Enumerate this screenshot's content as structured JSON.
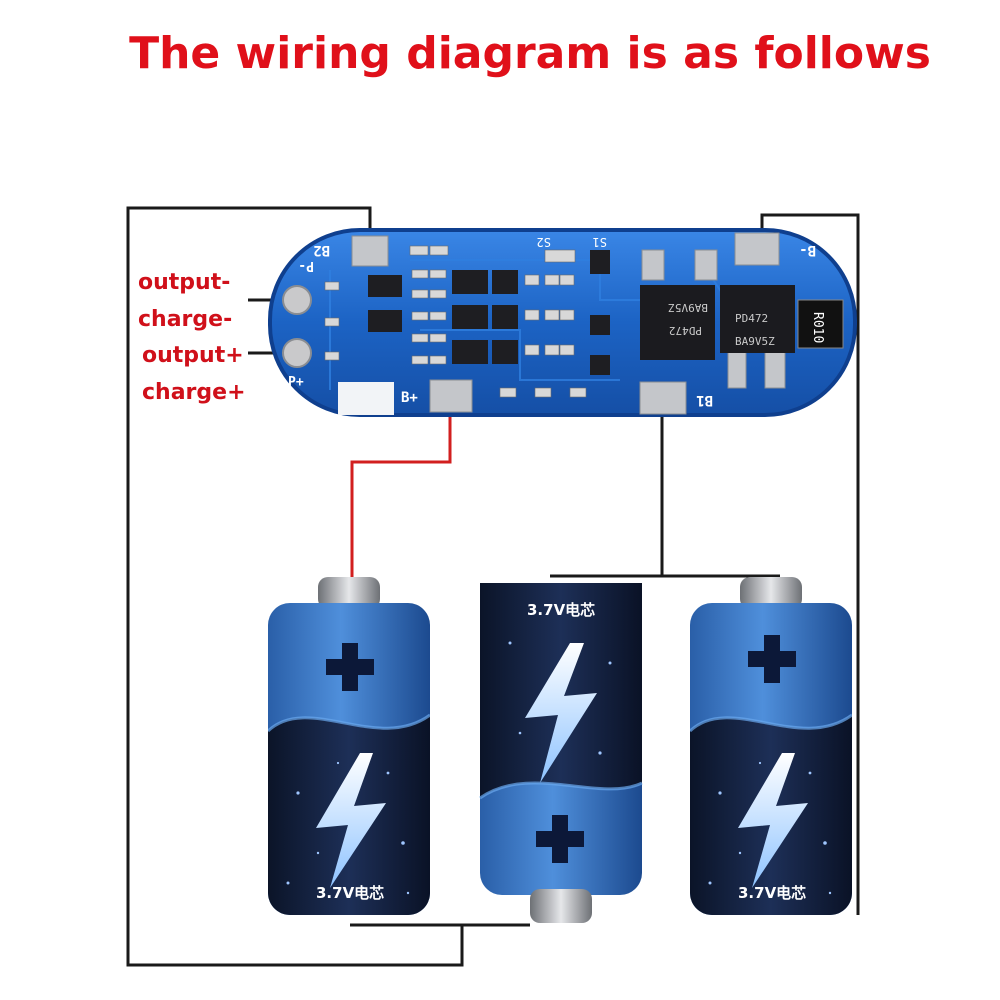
{
  "title": "The wiring diagram is as follows",
  "colors": {
    "title": "#e0101a",
    "label": "#d0101a",
    "wire_black": "#1a1a1a",
    "wire_red": "#d21f1f",
    "pcb_blue": "#1c63c4",
    "pcb_edge": "#0f3f8e",
    "pad_silver": "#c4c6ca",
    "battery_top": "#2d6cb8",
    "battery_bottom": "#0f1a33"
  },
  "board": {
    "pads": {
      "b2": "B2",
      "b_minus": "B-",
      "b_plus": "B+",
      "b1": "B1",
      "p_minus": "P-",
      "p_plus": "P+"
    },
    "silk": {
      "s1": "S1",
      "s2": "S2",
      "chip1": "PD472",
      "chip1_code": "BA9V5Z",
      "chip2": "PD472",
      "chip2_code": "BA9V5Z",
      "resistor": "R010"
    }
  },
  "labels": {
    "output_minus": "output-",
    "charge_minus": "charge-",
    "output_plus": "output+",
    "charge_plus": "charge+"
  },
  "batteries": [
    {
      "label": "3.7V电芯"
    },
    {
      "label": "3.7V电芯"
    },
    {
      "label": "3.7V电芯"
    }
  ],
  "icons": {
    "plus": "plus-icon",
    "bolt": "lightning-bolt-icon"
  }
}
